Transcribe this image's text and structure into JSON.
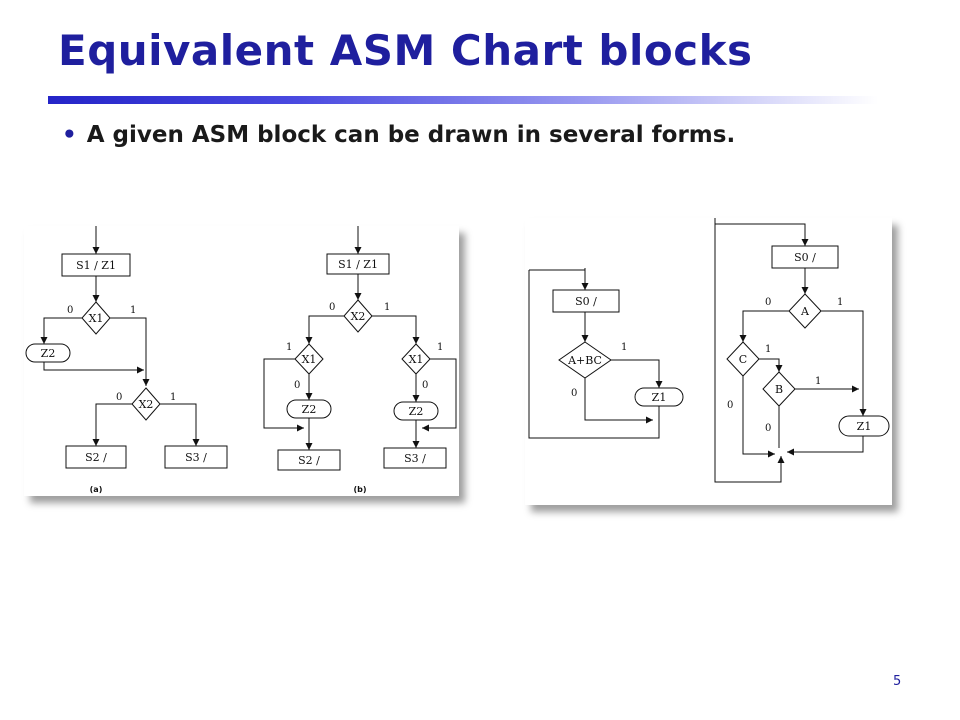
{
  "slide": {
    "title": "Equivalent ASM Chart blocks",
    "bullet": "A given ASM block can be drawn in several forms.",
    "page_number": "5"
  },
  "figure_left": {
    "a": {
      "state_s1": "S1 / Z1",
      "decision_x1": "X1",
      "branch_0": "0",
      "branch_1": "1",
      "output_z2": "Z2",
      "decision_x2": "X2",
      "x2_branch_0": "0",
      "x2_branch_1": "1",
      "state_s2": "S2 /",
      "state_s3": "S3 /",
      "caption": "(a)"
    },
    "b": {
      "state_s1": "S1 / Z1",
      "decision_x2": "X2",
      "x2_branch_0": "0",
      "x2_branch_1": "1",
      "decision_x1_left": "X1",
      "x1_left_branch_1": "1",
      "x1_left_branch_0": "0",
      "decision_x1_right": "X1",
      "x1_right_branch_1": "1",
      "x1_right_branch_0": "0",
      "output_z2_left": "Z2",
      "output_z2_right": "Z2",
      "state_s2": "S2 /",
      "state_s3": "S3 /",
      "caption": "(b)"
    }
  },
  "figure_right": {
    "left_block": {
      "state_s0": "S0 /",
      "decision": "A+BC",
      "branch_1": "1",
      "branch_0": "0",
      "output_z1": "Z1"
    },
    "right_block": {
      "state_s0": "S0 /",
      "decision_a": "A",
      "a_branch_0": "0",
      "a_branch_1": "1",
      "decision_c": "C",
      "c_branch_1": "1",
      "c_branch_0": "0",
      "decision_b": "B",
      "b_branch_1": "1",
      "b_branch_0": "0",
      "output_z1": "Z1"
    }
  }
}
